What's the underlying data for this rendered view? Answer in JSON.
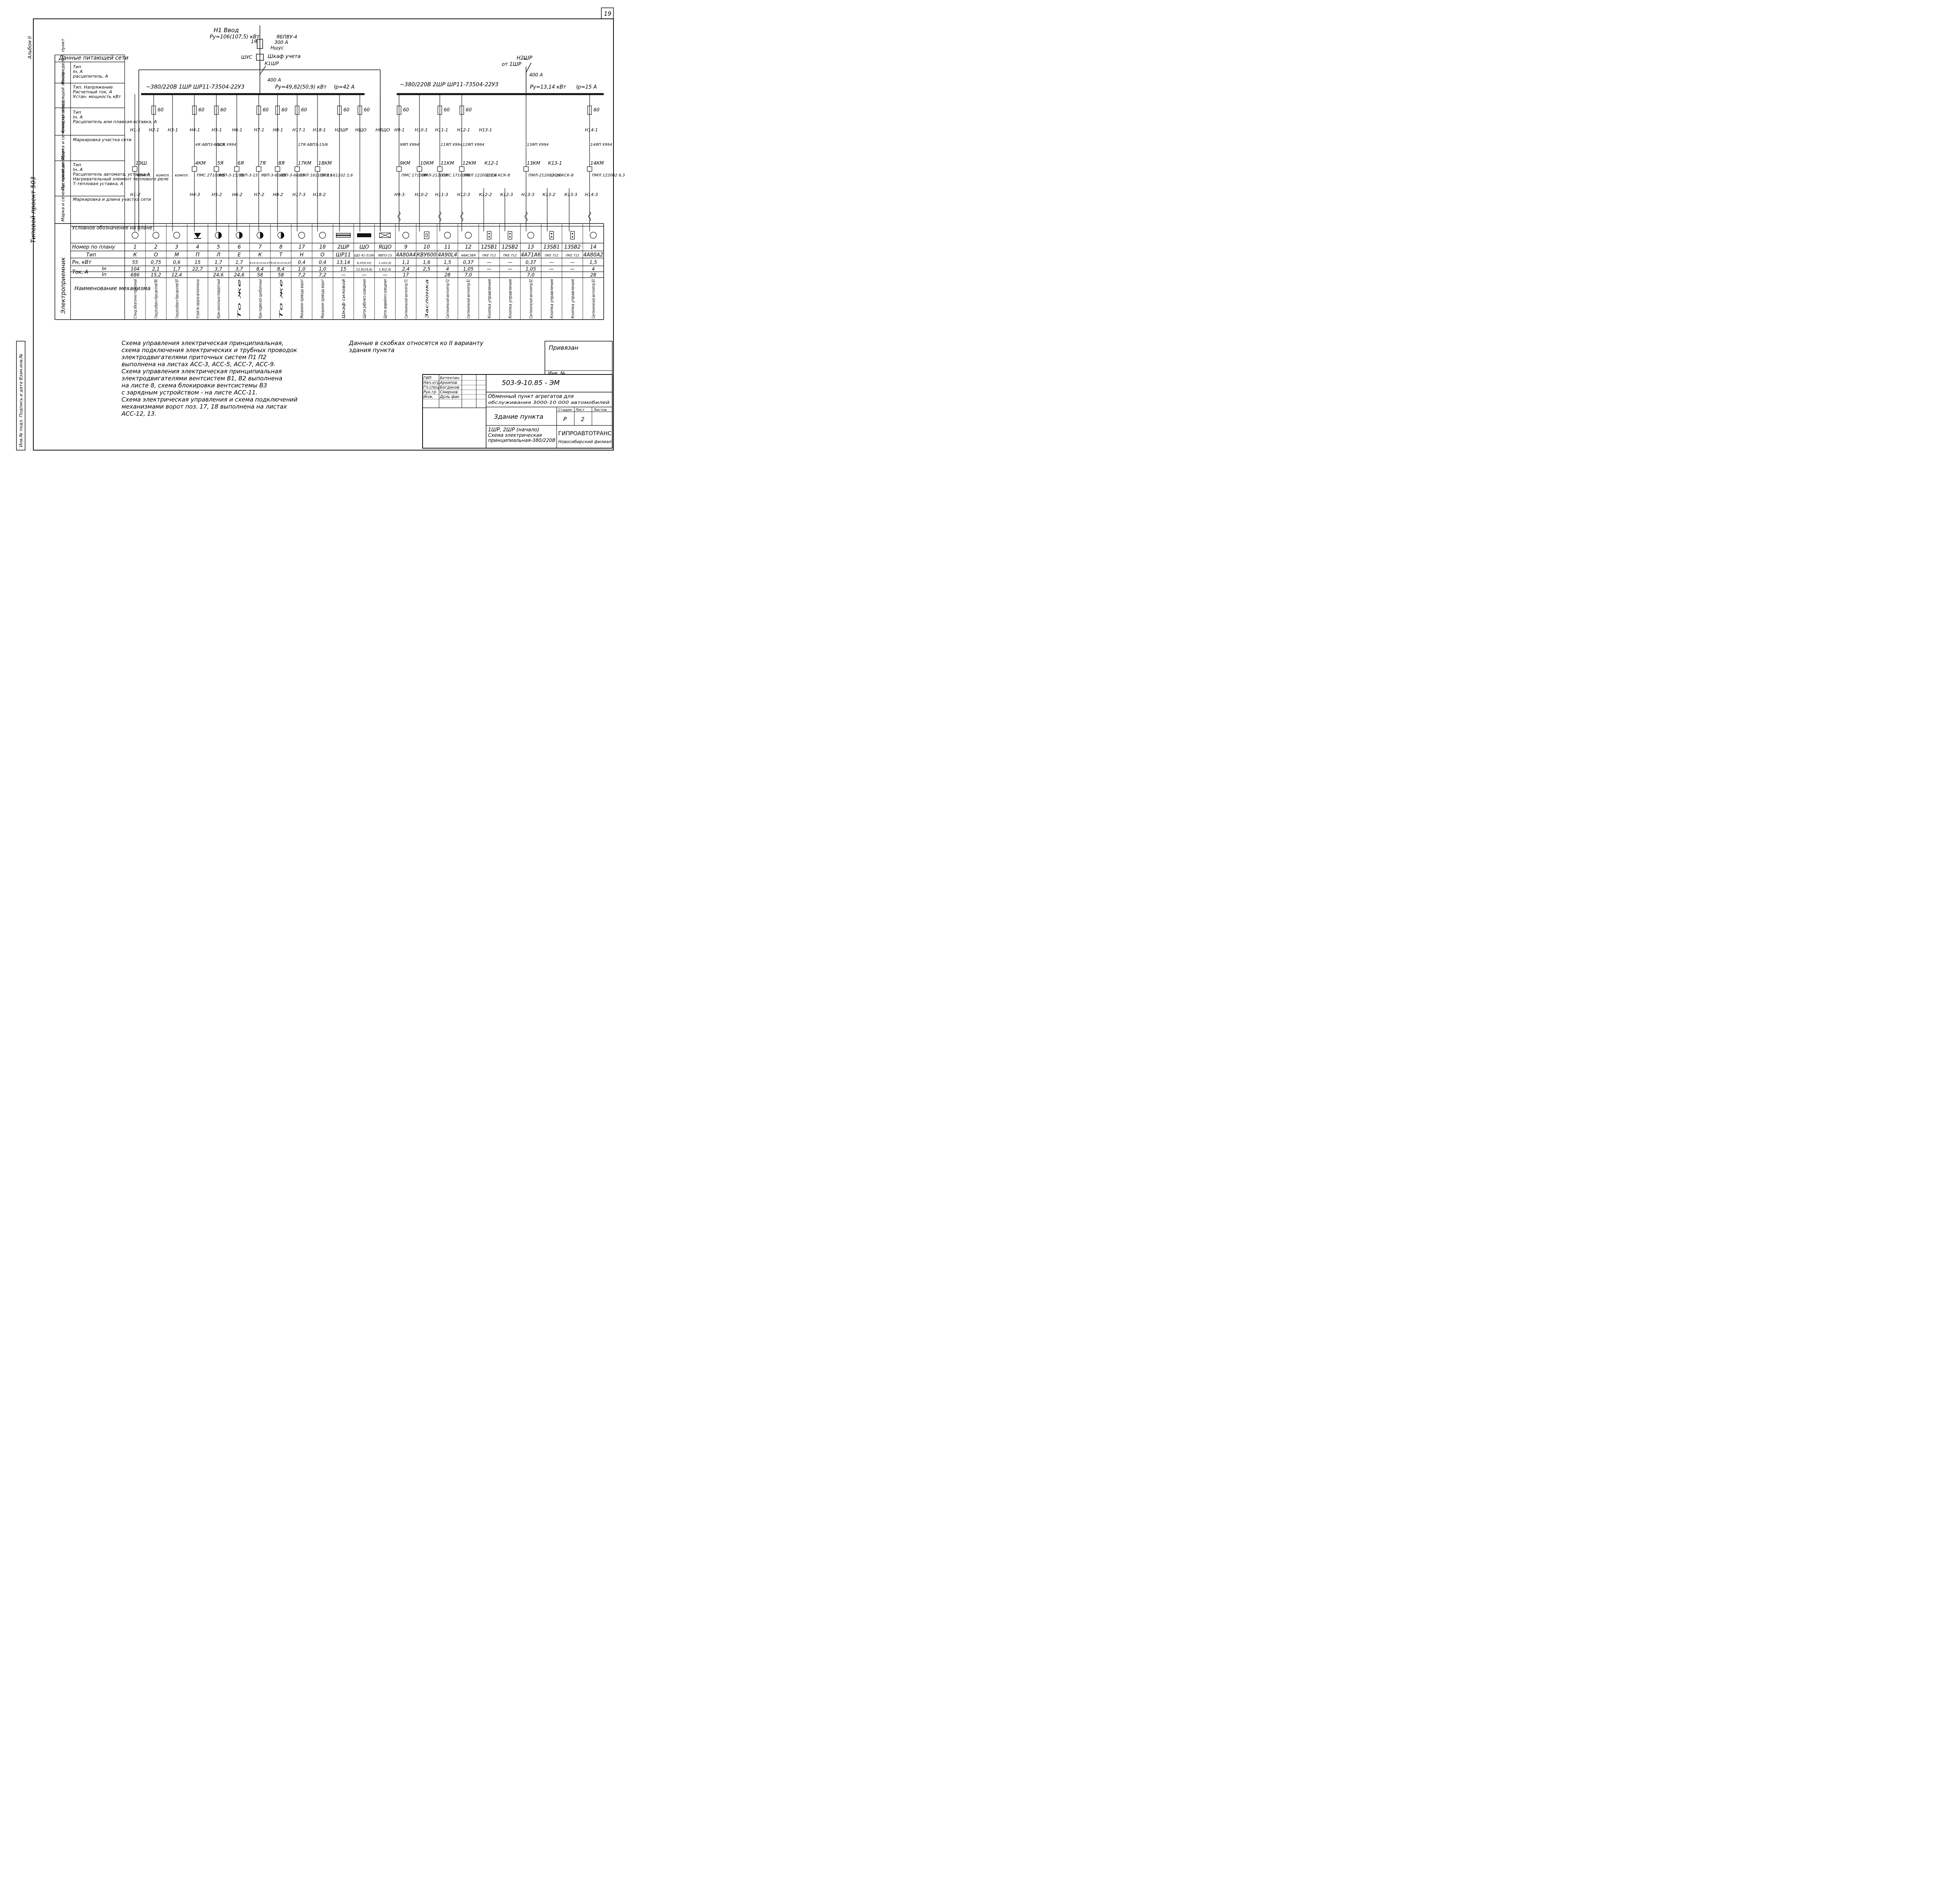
{
  "sheet": {
    "page_number": "19",
    "album": "Альбом II",
    "project": "Типовой проект 503"
  },
  "incoming": {
    "title": "Н1 Ввод",
    "power": "Ру=106(107,5) кВт",
    "fuse_1": "1Я",
    "fuse_2": "ЯБПВУ-4",
    "fuse_3": "300 А",
    "fuse_4": "Ншус",
    "shus_left": "ШУС",
    "shus_right": "Шкаф учета",
    "k1": "К1ШР",
    "breaker": "400 А"
  },
  "left_headers": [
    {
      "group": "Данные питающей сети",
      "sub": []
    },
    {
      "group": "Распределит. пункт",
      "sub": [
        "Тип",
        "Iн, А",
        "расцепитель, А"
      ]
    },
    {
      "group": "",
      "sub": [
        "Тип. Напряжение",
        "Расчетный ток, А",
        "Устан. мощность кВт"
      ]
    },
    {
      "group": "Аппарат отходящей линии",
      "sub": [
        "Тип",
        "Iн, А",
        "Расцепитель или плавкая вставка, А"
      ]
    },
    {
      "group": "Марка и сечение провода",
      "sub": [
        "Маркировка участка сети"
      ]
    },
    {
      "group": "Пусковой аппарат",
      "sub": [
        "Тип",
        "Iн, А",
        "Расцепитель автомата, уставка А",
        "Нагревательный элемент теплового реле",
        "Т-тепловая уставка, А"
      ]
    },
    {
      "group": "Марка и сечение провода",
      "sub": [
        "Маркировка и длина участка сети"
      ]
    }
  ],
  "bus1": {
    "label": "~380/220В 1ШР ШР11-73504-22У3",
    "power": "Ру=49,82(50,9) кВт",
    "current": "Iр=42 А"
  },
  "bus2": {
    "label": "~380/220В 2ШР ШР11-73504-22У3",
    "power": "Ру=13,14 кВт",
    "current": "Iр=15 А",
    "feed_1": "Н2ШР",
    "feed_2": "от 1ШР",
    "breaker": "400 А"
  },
  "table_headers": {
    "side": "Электроприемник",
    "row_symbol": "Условное обозначение на плане",
    "row_num": "Номер по плану",
    "row_type": "Тип",
    "row_pn": "Рн, кВт",
    "row_tok": "Ток, А",
    "row_in": "Iн",
    "row_ip": "Iп",
    "row_name": "Наименование механизма"
  },
  "feeders": [
    {
      "num": "1",
      "type": "К",
      "pn": "55",
      "in": "104",
      "ip": "686",
      "name": "Стенд обкаточно-тормозной",
      "sym": "circle",
      "cab_top": "Н1-1",
      "cab_bot": "Н1-2",
      "fuse": "",
      "starter": "1ЭШ",
      "st_info": "компл.",
      "rating": ""
    },
    {
      "num": "2",
      "type": "О",
      "pn": "0,75",
      "in": "2,1",
      "ip": "15,2",
      "name": "Стенд для разборки и сборки двигателей ЯМЗ",
      "sym": "circle",
      "cab_top": "Н2-1",
      "cab_bot": "",
      "fuse": "60/16",
      "starter": "",
      "st_info": "компл.",
      "rating": ""
    },
    {
      "num": "3",
      "type": "М",
      "pn": "0,6",
      "in": "1,7",
      "ip": "12,4",
      "name": "Стенд для разборки и сборки двигателей ЗИЛ",
      "sym": "circle",
      "cab_top": "Н3-1",
      "cab_bot": "",
      "fuse": "",
      "starter": "",
      "st_info": "компл.",
      "rating": ""
    },
    {
      "num": "4",
      "type": "П",
      "pn": "15",
      "in": "22,7",
      "ip": "",
      "name": "Устройство зарядное автоматическое",
      "sym": "rectifier",
      "cab_top": "Н4-1",
      "cab_bot": "Н4-3",
      "fuse": "60/25",
      "starter": "4КМ",
      "st_info": "ПМС 27100НS",
      "rating": "4Я АВП3-60/25"
    },
    {
      "num": "5",
      "type": "Л",
      "pn": "1,7",
      "in": "3,7",
      "ip": "24,6",
      "name": "Кран консольно-поворотный",
      "sym": "half",
      "cab_top": "Н5-1",
      "cab_bot": "Н5-2",
      "fuse": "60/16",
      "starter": "5Я",
      "st_info": "ЯВП-3-15/15",
      "rating": "5СК У994"
    },
    {
      "num": "6",
      "type": "Е",
      "pn": "1,7",
      "in": "3,7",
      "ip": "24,6",
      "name": "То же",
      "sym": "half",
      "cab_top": "Н6-1",
      "cab_bot": "Н6-2",
      "fuse": "",
      "starter": "6Я",
      "st_info": "ЯВП-3-15",
      "rating": ""
    },
    {
      "num": "7",
      "type": "К",
      "pn": "3×0,4+2×0,27",
      "in": "8,4",
      "ip": "58",
      "name": "Кран подвесной однобалочный",
      "sym": "half",
      "cab_top": "Н7-1",
      "cab_bot": "Н7-2",
      "fuse": "60/25",
      "starter": "7Я",
      "st_info": "ЯВП-3-60/25",
      "rating": ""
    },
    {
      "num": "8",
      "type": "Т",
      "pn": "3×0,4+2×0,27",
      "in": "8,4",
      "ip": "58",
      "name": "То же",
      "sym": "half",
      "cab_top": "Н8-1",
      "cab_bot": "Н8-2",
      "fuse": "60/25",
      "starter": "8Я",
      "st_info": "ЯВП-3-60/25",
      "rating": ""
    },
    {
      "num": "17",
      "type": "Н",
      "pn": "0,4",
      "in": "1,0",
      "ip": "7,2",
      "name": "Механизм привода ворот",
      "sym": "circle",
      "cab_top": "Н17-1",
      "cab_bot": "Н17-3",
      "fuse": "60/16",
      "starter": "17КМ",
      "st_info": "ПМЛ 161102 2,6",
      "rating": "17Я АВП3-15/6"
    },
    {
      "num": "18",
      "type": "О",
      "pn": "0,4",
      "in": "1,0",
      "ip": "7,2",
      "name": "Механизм привода ворот",
      "sym": "circle",
      "cab_top": "Н18-1",
      "cab_bot": "Н18-2",
      "fuse": "",
      "starter": "18КМ",
      "st_info": "ПМЛ 161102 2,6",
      "rating": ""
    },
    {
      "num": "2ШР",
      "type": "ШР11",
      "pn": "13,14",
      "in": "15",
      "ip": "—",
      "name": "Шкаф силовой",
      "sym": "board",
      "cab_top": "Н2ШР",
      "cab_bot": "",
      "fuse": "60/25",
      "starter": "",
      "st_info": "",
      "rating": ""
    },
    {
      "num": "ЩО",
      "type": "ЩО 41-5106",
      "pn": "8,25(9,33)",
      "in": "12,9(14,6)",
      "ip": "—",
      "name": "Щиток рабочего освещения",
      "sym": "boardfill",
      "cab_top": "НЩО",
      "cab_bot": "",
      "fuse": "60/16",
      "starter": "",
      "st_info": "",
      "rating": ""
    },
    {
      "num": "ЯЩО",
      "type": "ЯВП3-15",
      "pn": "1,24(1,6)",
      "in": "1,9(2,4)",
      "ip": "—",
      "name": "Щиток аварийного освещения",
      "sym": "emerg",
      "cab_top": "НЯЩО",
      "cab_bot": "",
      "fuse": "",
      "starter": "",
      "st_info": "",
      "rating": ""
    },
    {
      "num": "9",
      "type": "4А80А4",
      "pn": "1,1",
      "in": "2,4",
      "ip": "17",
      "name": "Сантехнический вентилятор П1",
      "sym": "wave",
      "cab_top": "Н9-1",
      "cab_bot": "Н9-3",
      "fuse": "60/16",
      "starter": "9КМ",
      "st_info": "ПМС 17100Н",
      "rating": "9ЯП У994"
    },
    {
      "num": "10",
      "type": "КВУ600",
      "pn": "1,6",
      "in": "2,5",
      "ip": "",
      "name": "Заслонка",
      "sym": "valve",
      "cab_top": "Н10-1",
      "cab_bot": "Н10-2",
      "fuse": "",
      "starter": "10КМ",
      "st_info": "ПМЛ-212002",
      "rating": ""
    },
    {
      "num": "11",
      "type": "4А90L4",
      "pn": "1,5",
      "in": "4",
      "ip": "28",
      "name": "Сантехнический вентилятор П2",
      "sym": "wave",
      "cab_top": "Н11-1",
      "cab_bot": "Н11-3",
      "fuse": "60/16",
      "starter": "11КМ",
      "st_info": "ПМС 17100НS",
      "rating": "11ЯП У994"
    },
    {
      "num": "12",
      "type": "4ААС38Я",
      "pn": "0,37",
      "in": "1,05",
      "ip": "7,0",
      "name": "Сантехнический вентилятор В1",
      "sym": "wave",
      "cab_top": "Н12-1",
      "cab_bot": "Н12-3",
      "fuse": "60/16",
      "starter": "12КМ",
      "st_info": "ПМЛ 122002 2,6",
      "rating": "12ЯП У994"
    },
    {
      "num": "12SB1",
      "type": "ПКЕ 712",
      "pn": "—",
      "in": "—",
      "ip": "",
      "name": "Кнопка управления",
      "sym": "button",
      "cab_top": "Н13-1",
      "cab_bot": "К12-2",
      "fuse": "",
      "starter": "К12-1",
      "st_info": "12СК КСК-8",
      "rating": ""
    },
    {
      "num": "12SB2",
      "type": "ПКЕ 712",
      "pn": "—",
      "in": "—",
      "ip": "",
      "name": "Кнопка управления",
      "sym": "button",
      "cab_top": "",
      "cab_bot": "К12-3",
      "fuse": "",
      "starter": "",
      "st_info": "",
      "rating": ""
    },
    {
      "num": "13",
      "type": "4А71А6",
      "pn": "0,37",
      "in": "1,05",
      "ip": "7,0",
      "name": "Сантехнический вентилятор В2",
      "sym": "wave",
      "cab_top": "",
      "cab_bot": "Н13-3",
      "fuse": "",
      "starter": "13КМ",
      "st_info": "ПМЛ-212002 2,6",
      "rating": "13ЯП У994"
    },
    {
      "num": "13SB1",
      "type": "ПКЕ 712",
      "pn": "—",
      "in": "—",
      "ip": "",
      "name": "Кнопка управления",
      "sym": "button",
      "cab_top": "",
      "cab_bot": "К13-2",
      "fuse": "",
      "starter": "К13-1",
      "st_info": "13СК КСК-8",
      "rating": ""
    },
    {
      "num": "13SB2",
      "type": "ПКЕ 712",
      "pn": "—",
      "in": "—",
      "ip": "",
      "name": "Кнопка управления",
      "sym": "button",
      "cab_top": "",
      "cab_bot": "К13-3",
      "fuse": "",
      "starter": "",
      "st_info": "",
      "rating": ""
    },
    {
      "num": "14",
      "type": "4А80А2",
      "pn": "1,5",
      "in": "4",
      "ip": "28",
      "name": "Сантехнический вентилятор В3",
      "sym": "wave",
      "cab_top": "Н14-1",
      "cab_bot": "Н14-3",
      "fuse": "60/16",
      "starter": "14КМ",
      "st_info": "ПМЛ 122002 6,3",
      "rating": "14ЯП У994"
    }
  ],
  "notes_left": [
    "Схема управления электрическая принципиальная,",
    "схема подключения электрических и трубных проводок",
    "электродвигателями приточных систем П1 П2",
    "выполнена на листах АСС-3, АСС-5, АСС-7, АСС-9.",
    "Схема управления электрическая принципиальная",
    "электродвигателями вентсистем В1, В2 выполнена",
    "на листе 8, схема блокировки вентсистемы В3",
    "с зарядным устройством - на листе АСС-11.",
    "Схема электрическая управления и схема подключений",
    "механизмами ворот поз. 17, 18 выполнена на листах",
    "АСС-12, 13."
  ],
  "notes_right": [
    "Данные в скобках относятся ко II варианту",
    "здания пункта"
  ],
  "stamp": {
    "privyazan": "Привязан",
    "inv": "Инв. №",
    "code": "503-9-10.85 - ЭМ",
    "title_1": "Обменный пункт агрегатов для",
    "title_2": "обслуживания 3000-10 000 автомобилей",
    "building": "Здание пункта",
    "stage_h": "Стадия",
    "sheet_h": "Лист",
    "sheets_h": "Листов",
    "stage": "Р",
    "sheet": "2",
    "desc_1": "1ШР, 2ШР (начало)",
    "desc_2": "Схема электрическая",
    "desc_3": "принципиальная-380/220В",
    "org_1": "ГИПРОАВТОТРАНС",
    "org_2": "Новосибирский филиал",
    "roles": [
      {
        "role": "ГИП",
        "name": "Бетехтин"
      },
      {
        "role": "Нач.отд",
        "name": "Архипов"
      },
      {
        "role": "Гл.спец",
        "name": "Богданов"
      },
      {
        "role": "Рук.гр",
        "name": "Смирнов"
      },
      {
        "role": "Инж.",
        "name": "Дуль фак"
      }
    ],
    "left_strip": "Инв.№ подл. Подпись и дата Взам.инв.№"
  }
}
